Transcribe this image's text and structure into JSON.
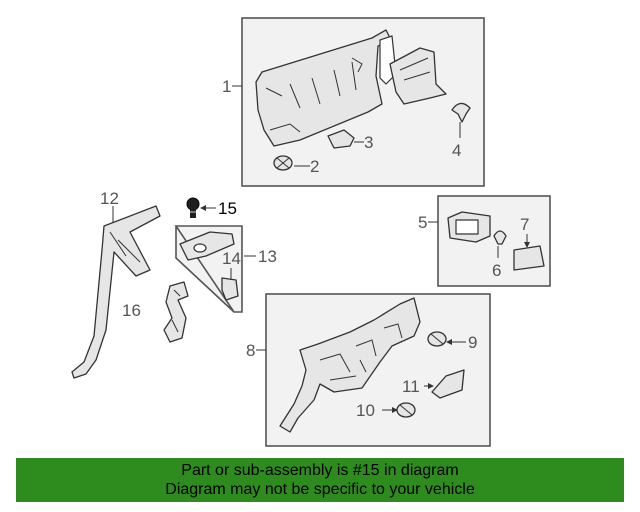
{
  "callouts": {
    "c1": "1",
    "c2": "2",
    "c3": "3",
    "c4": "4",
    "c5": "5",
    "c6": "6",
    "c7": "7",
    "c8": "8",
    "c9": "9",
    "c10": "10",
    "c11": "11",
    "c12": "12",
    "c13": "13",
    "c14": "14",
    "c15": "15",
    "c16": "16"
  },
  "highlight_part": "15",
  "banner": {
    "line1": "Part or sub-assembly is #15 in diagram",
    "line2": "Diagram may not be specific to your vehicle"
  },
  "colors": {
    "banner_bg": "#2e8b1e",
    "panel_bg": "#f2f2f2",
    "line": "#333333"
  }
}
